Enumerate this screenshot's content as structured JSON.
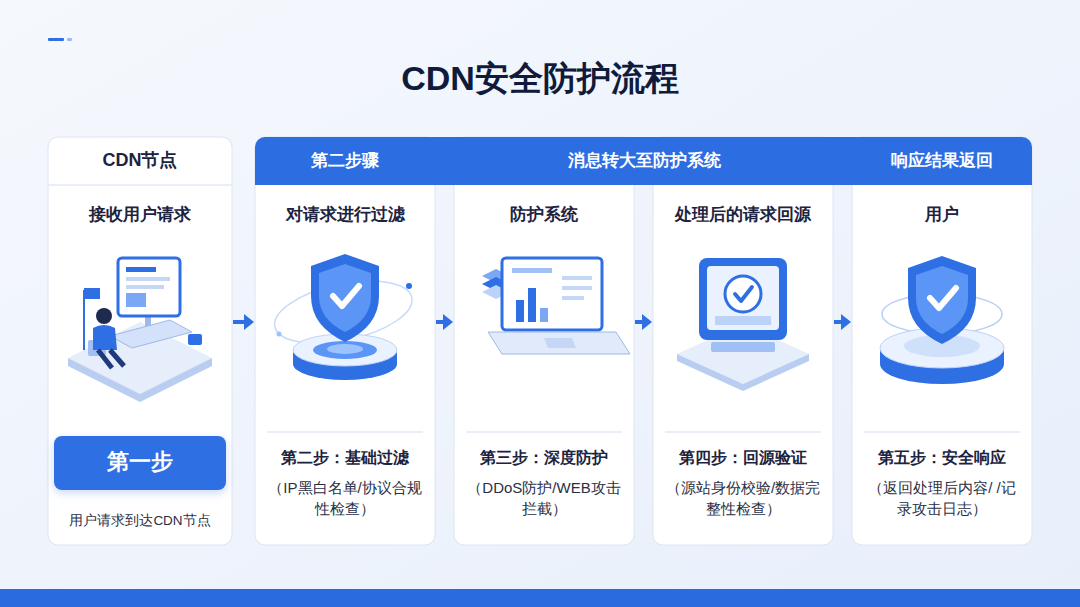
{
  "diagram": {
    "title": "CDN安全防护流程",
    "nodes": [
      {
        "text": [
          "CDN节点",
          "接收用户请求",
          "用户请求到达CDN节点"
        ]
      },
      {
        "text": [
          "第一步"
        ],
        "in": 0
      },
      {
        "text": [
          "第二步骤",
          "消息转大至防护系统",
          "响应结果返回"
        ]
      },
      {
        "text": [
          "对请求进行过滤",
          "第二步：基础过滤",
          "（IP黑白名单/协议合规性检查）"
        ]
      },
      {
        "text": [
          "防护系统",
          "第三步：深度防护",
          "（DDoS防护/WEB攻击拦截）"
        ]
      },
      {
        "text": [
          "处理后的请求回源",
          "第四步：回源验证",
          "（源站身份校验/数据完整性检查）"
        ]
      },
      {
        "text": [
          "用户",
          "第五步：安全响应",
          "（返回处理后内容/ /记录攻击日志）"
        ]
      }
    ],
    "edges": [
      {
        "from": 0,
        "to": 3,
        "arrow": "to"
      },
      {
        "from": 3,
        "to": 4,
        "arrow": "to"
      },
      {
        "from": 4,
        "to": 5,
        "arrow": "to"
      },
      {
        "from": 5,
        "to": 6,
        "arrow": "to"
      }
    ]
  }
}
